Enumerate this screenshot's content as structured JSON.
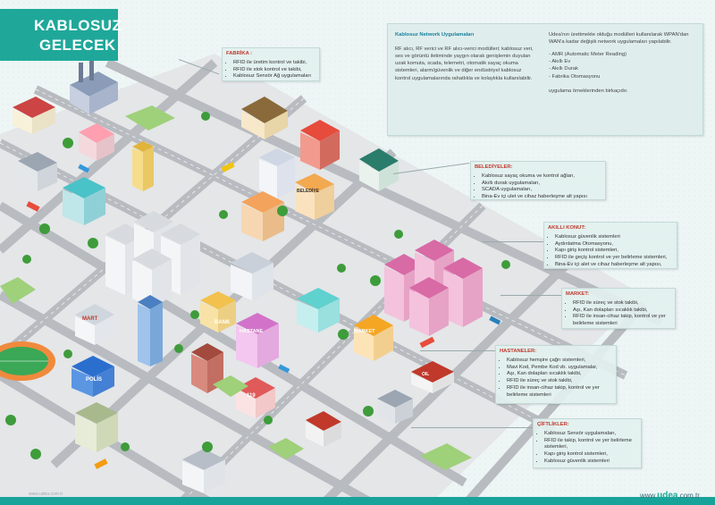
{
  "header": {
    "line1": "KABLOSUZ",
    "line2": "GELECEK"
  },
  "info": {
    "left_heading": "Kablosuz Network Uygulamaları",
    "left_text": "RF alıcı, RF verici ve RF alıcı-verici modülleri; kablosuz veri, ses ve görüntü iletiminde yaygın olarak genişlemin duyulan uzak komuta, scada, telemetri, otomatik sayaç okuma sistemleri, alarm/güvenlik ve diğer endüstriyel kablosuz kontrol uygulamalarında rahatlıkla ve kolaylıkla kullanılabilir.",
    "right_intro": "Udea'nın ürettmekte olduğu modülleri kullanılarak WPAN'dan WAN'a kadar değişik network uygulamaları yapılabilir.",
    "right_items": [
      "- AMR (Automatic Meter Reading)",
      "- Akıllı Ev",
      "- Akıllı Durak",
      "- Fabrika Otomasyonu"
    ],
    "right_outro": "uygulama örneklerinden birkaçıdır."
  },
  "panels": [
    {
      "id": "fabrika",
      "title": "FABRİKA :",
      "items": [
        "RFID ile üretim kontrol ve takibi,",
        "RFID ile stok kontrol ve takibi,",
        "Kablosuz Sensör Ağ uygulamaları"
      ]
    },
    {
      "id": "belediyeler",
      "title": "BELEDİYELER:",
      "items": [
        "Kablosuz sayaç okuma ve kontrol ağları,",
        "Akıllı durak uygulamaları,",
        "SCADA uygulamaları,",
        "Bina-Ev içi ulet ve cihaz haberleşme alt yapısı"
      ]
    },
    {
      "id": "akilli_konut",
      "title": "AKILLI KONUT:",
      "items": [
        "Kablosuz güvenlik sistemleri",
        "Aydınlatma Otomasyonu,",
        "Kapı giriş kontrol sistemleri,",
        "RFID ile geçiş kontrol ve yer belirleme sistemleri,",
        "Bina-Ev içi alet ve cihaz haberleşme alt yapısı,"
      ]
    },
    {
      "id": "market",
      "title": "MARKET:",
      "items": [
        "RFID ile süreç ve stok takibi,",
        "Aşı, Kan dolapları sıcaklık takibi,",
        "RFID ile insan-cihaz takip, kontrol ve yer belirleme sistemleri"
      ]
    },
    {
      "id": "hastaneler",
      "title": "HASTANELER:",
      "items": [
        "Kablosuz hemşire çağrı sistemleri,",
        "Mavi Kod, Pembe Kod vb. uygulamalar,",
        "Aşı, Kan dolapları sıcaklık takibi,",
        "RFID ile süreç ve stok takibi,",
        "RFID ile insan-cihaz takip, kontrol ve yer belirleme sistemleri"
      ]
    },
    {
      "id": "ciftlikler",
      "title": "ÇİFTLİKLER:",
      "items": [
        "Kablosuz Sensör uygulamaları,",
        "RFID ile takip, kontrol ve yer belirleme sistemleri,",
        "Kapı giriş kontrol sistemleri,",
        "Kablosuz güvenlik sistemleri"
      ]
    }
  ],
  "signs": {
    "mart": "MART",
    "polis": "POLİS",
    "bank": "BANK",
    "hastane": "HASTANE",
    "market": "MARKET",
    "belediye": "BELEDİYE",
    "oil": "OIL",
    "n119": "119"
  },
  "footer": {
    "left": "www.udea.com.tr",
    "right_prefix": "www.",
    "brand": "udea",
    ".suffix": "",
    "right_suffix": ".com.tr"
  },
  "colors": {
    "accent": "#1fa89a",
    "road": "#b9bcc0",
    "grass": "#9fd07a",
    "panel_title": "#c0392b"
  }
}
